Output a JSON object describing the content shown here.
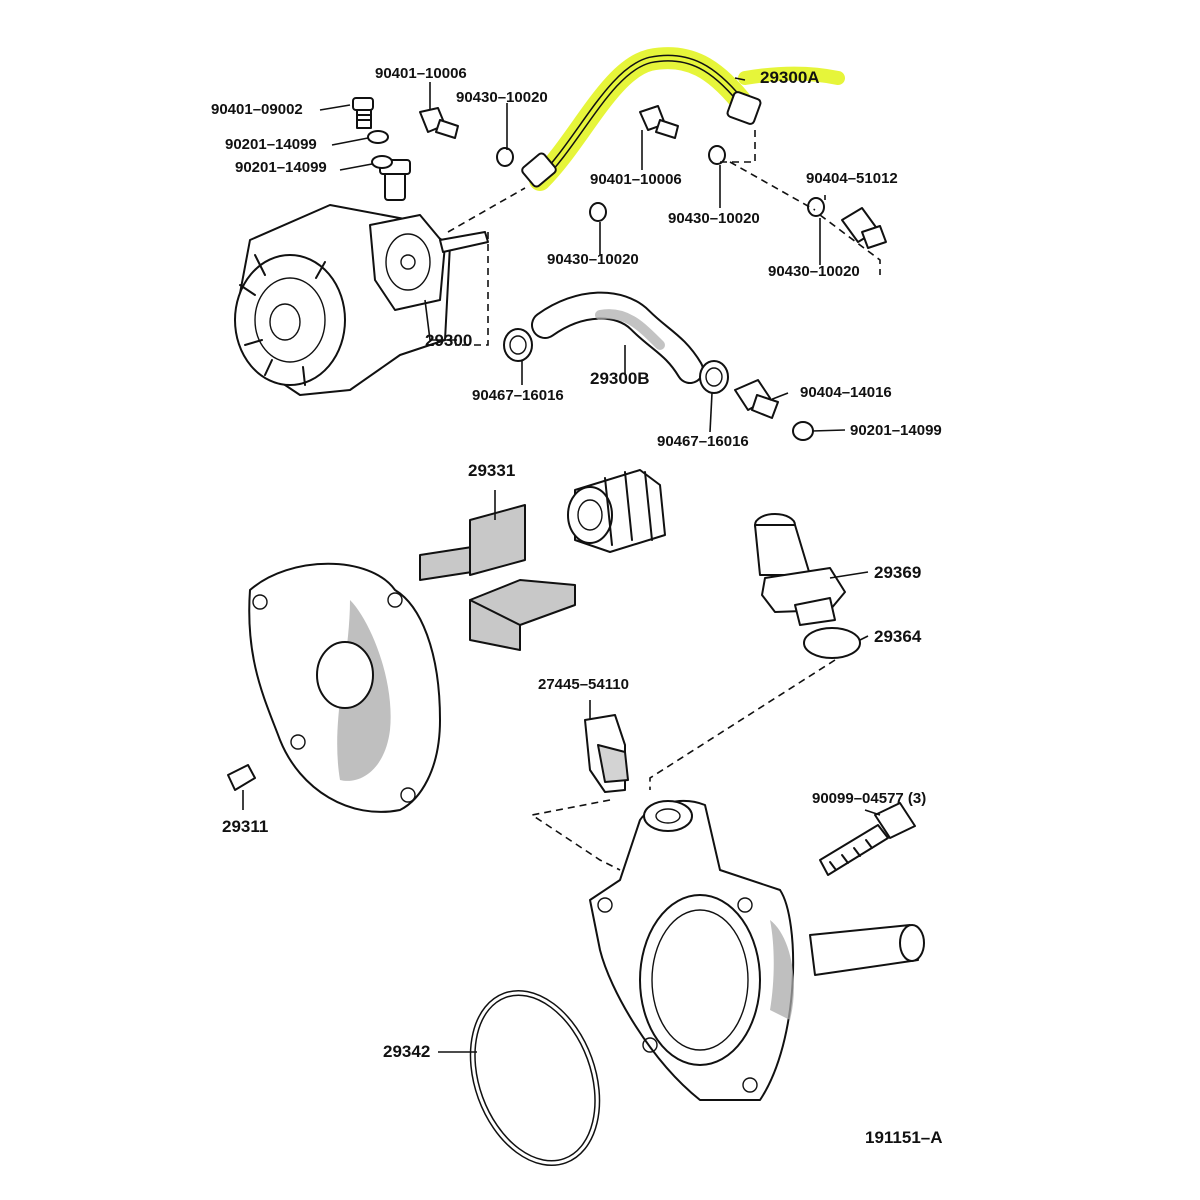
{
  "highlight_color": "#e6f53a",
  "labels": {
    "p90401_09002": "90401–09002",
    "p90401_10006_a": "90401–10006",
    "p90430_10020_a": "90430–10020",
    "p29300A": "29300A",
    "p90201_14099_a": "90201–14099",
    "p90201_14099_b": "90201–14099",
    "p90401_10006_b": "90401–10006",
    "p90404_51012": "90404–51012",
    "p90430_10020_b": "90430–10020",
    "p90430_10020_c": "90430–10020",
    "p90430_10020_d": "90430–10020",
    "p29300": "29300",
    "p90467_16016_a": "90467–16016",
    "p29300B": "29300B",
    "p90404_14016": "90404–14016",
    "p90467_16016_b": "90467–16016",
    "p90201_14099_c": "90201–14099",
    "p29331": "29331",
    "p29369": "29369",
    "p29364": "29364",
    "p27445_54110": "27445–54110",
    "p90099_04577": "90099–04577 (3)",
    "p29311": "29311",
    "p29342": "29342",
    "diagram_id": "191151–A"
  }
}
